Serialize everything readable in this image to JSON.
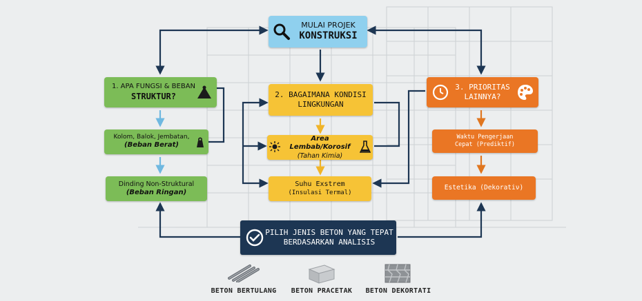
{
  "colors": {
    "green": "#7cbc57",
    "yellow": "#f6c336",
    "orange": "#ea7624",
    "blue": "#8fd0ee",
    "navy": "#1d3653",
    "arrow": "#1d3653"
  },
  "start": {
    "line1": "MULAI PROJEK",
    "line2": "KONSTRUKSI",
    "icon": "magnifier-icon"
  },
  "col1": {
    "header": {
      "line1": "1. APA FUNGSI & BEBAN",
      "line2": "STRUKTUR?",
      "icon": "weight-pile-icon"
    },
    "item1": {
      "line1": "Kolom, Balok, Jembatan,",
      "line2": "(Beban Berat)",
      "icon": "weight-icon"
    },
    "item2": {
      "line1": "Dinding Non-Struktural",
      "line2": "(Beban Ringan)"
    }
  },
  "col2": {
    "header": {
      "line1": "2. BAGAIMANA KONDISI",
      "line2": "LINGKUNGAN"
    },
    "item1": {
      "line1": "Area Lembab/Korosif",
      "line2": "(Tahan Kimia)",
      "icon_left": "sun-icon",
      "icon_right": "flask-icon"
    },
    "item2": {
      "line1": "Suhu Exstrem",
      "line2": "(Insulasi Termal)"
    }
  },
  "col3": {
    "header": {
      "line1": "3. PRIORITAS",
      "line2": "LAINNYA?",
      "icon_left": "clock-icon",
      "icon_right": "palette-icon"
    },
    "item1": {
      "line1": "Waktu Pengerjaan",
      "line2": "Cepat (Prediktif)"
    },
    "item2": {
      "line1": "Estetika (Dekoratiν)"
    }
  },
  "decision": {
    "line1": "PILIH JENIS BETON YANG TEPAT",
    "line2": "BERDASARKAN ANALISIS",
    "icon": "check-circle-icon"
  },
  "products": [
    {
      "label": "BETON BERTULANG",
      "icon": "rebar-icon"
    },
    {
      "label": "BETON PRACETAK",
      "icon": "precast-block-icon"
    },
    {
      "label": "BETON DEKORTATI",
      "icon": "decorative-tile-icon"
    }
  ]
}
